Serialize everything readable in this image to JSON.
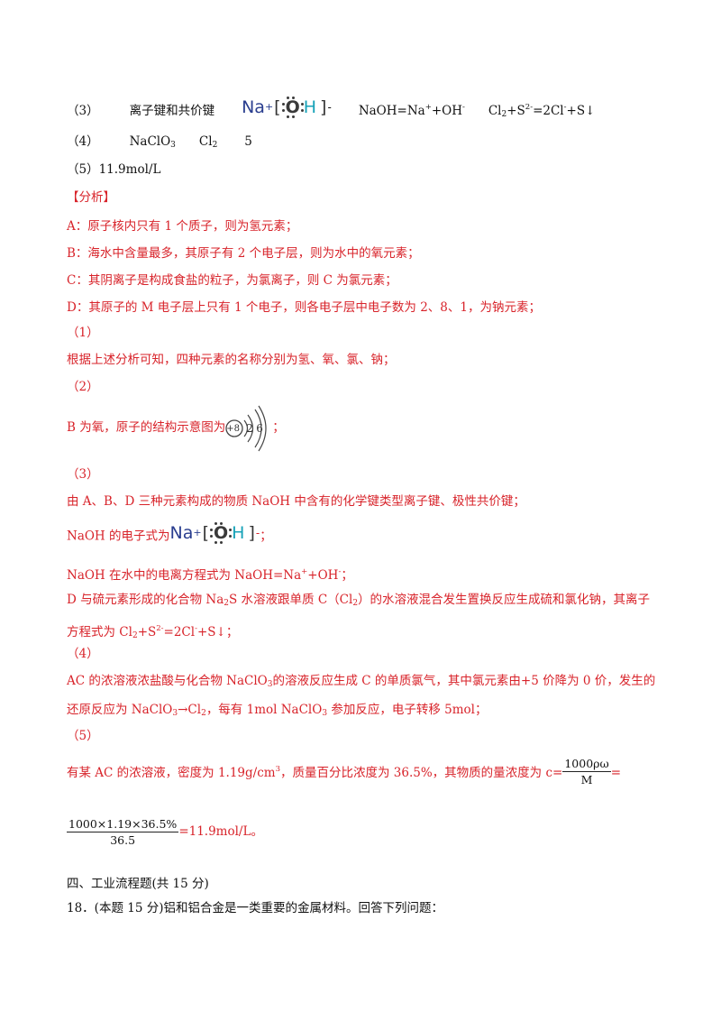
{
  "q3_line": {
    "label": "（3）",
    "bond": "离子键和共价键",
    "ef_na": "Na",
    "ef_plus": "+",
    "ef_open": "[",
    "ef_o": "O",
    "ef_h": "H",
    "ef_close": "]",
    "ef_minus": "-",
    "ionize": "NaOH=Na",
    "ionize_plus": "+",
    "ionize_tail": "+OH",
    "ionize_minus": "-",
    "rxn_a": "Cl",
    "rxn_a_sub": "2",
    "rxn_b": "+S",
    "rxn_b_sup": "2-",
    "rxn_c": "=2Cl",
    "rxn_c_sup": "-",
    "rxn_d": "+S↓"
  },
  "q4_line": {
    "label": "（4）",
    "a": "NaClO",
    "a_sub": "3",
    "b": "Cl",
    "b_sub": "2",
    "c": "5"
  },
  "q5_line": {
    "text": "（5）11.9mol/L"
  },
  "analysis": {
    "title": "【分析】",
    "a": "A：原子核内只有 1 个质子，则为氢元素；",
    "b": "B：海水中含量最多，其原子有 2 个电子层，则为水中的氧元素；",
    "c": "C：其阴离子是构成食盐的粒子，为氯离子，则 C 为氯元素；",
    "d": "D：其原子的 M 电子层上只有 1 个电子，则各电子层中电子数为 2、8、1，为钠元素；",
    "p1_label": "（1）",
    "p1_text": "根据上述分析可知，四种元素的名称分别为氢、氧、氯、钠；",
    "p2_label": "（2）",
    "p2_text": "B 为氧，原子的结构示意图为",
    "p2_nucleus": "+8",
    "p2_shell1": "2",
    "p2_shell2": "6",
    "p2_end": "；",
    "p3_label": "（3）",
    "p3_text": "由 A、B、D 三种元素构成的物质 NaOH 中含有的化学键类型离子键、极性共价键；",
    "p3_ef_prefix": "NaOH 的电子式为",
    "p3_ef_end": "；",
    "p3_ion_a": "NaOH 在水中的电离方程式为 NaOH=Na",
    "p3_ion_sup": "+",
    "p3_ion_b": "+OH",
    "p3_ion_sup2": "-",
    "p3_ion_end": "；",
    "p3_d_a": "D 与硫元素形成的化合物 Na",
    "p3_d_sub": "2",
    "p3_d_b": "S 水溶液跟单质 C（Cl",
    "p3_d_sub2": "2",
    "p3_d_c": "）的水溶液混合发生置换反应生成硫和氯化钠，其离子",
    "p3_e_a": "方程式为 Cl",
    "p3_e_sub": "2",
    "p3_e_b": "+S",
    "p3_e_sup": "2-",
    "p3_e_c": "=2Cl",
    "p3_e_sup2": "-",
    "p3_e_d": "+S↓；",
    "p4_label": "（4）",
    "p4_a": "AC 的浓溶液浓盐酸与化合物 NaClO",
    "p4_a_sub": "3",
    "p4_a_b": "的溶液反应生成 C 的单质氯气，其中氯元素由+5 价降为 0 价，发生的",
    "p4_b_a": "还原反应为 NaClO",
    "p4_b_sub": "3",
    "p4_b_b": "→Cl",
    "p4_b_sub2": "2",
    "p4_b_c": "，每有 1mol NaClO",
    "p4_b_sub3": "3",
    "p4_b_d": " 参加反应，电子转移 5mol；",
    "p5_label": "（5）",
    "p5_a": "有某 AC 的浓溶液，密度为 1.19g/cm",
    "p5_a_sup": "3",
    "p5_b": "，质量百分比浓度为 36.5%，其物质的量浓度为 c=",
    "p5_frac_num": "1000ρω",
    "p5_frac_den": "M",
    "p5_eq": "=",
    "p5_frac2_num": "1000×1.19×36.5%",
    "p5_frac2_den": "36.5",
    "p5_result": "=11.9mol/L。"
  },
  "section4": {
    "heading": "四、工业流程题(共 15 分)",
    "q18": "18．(本题 15 分)铝和铝合金是一类重要的金属材料。回答下列问题："
  }
}
